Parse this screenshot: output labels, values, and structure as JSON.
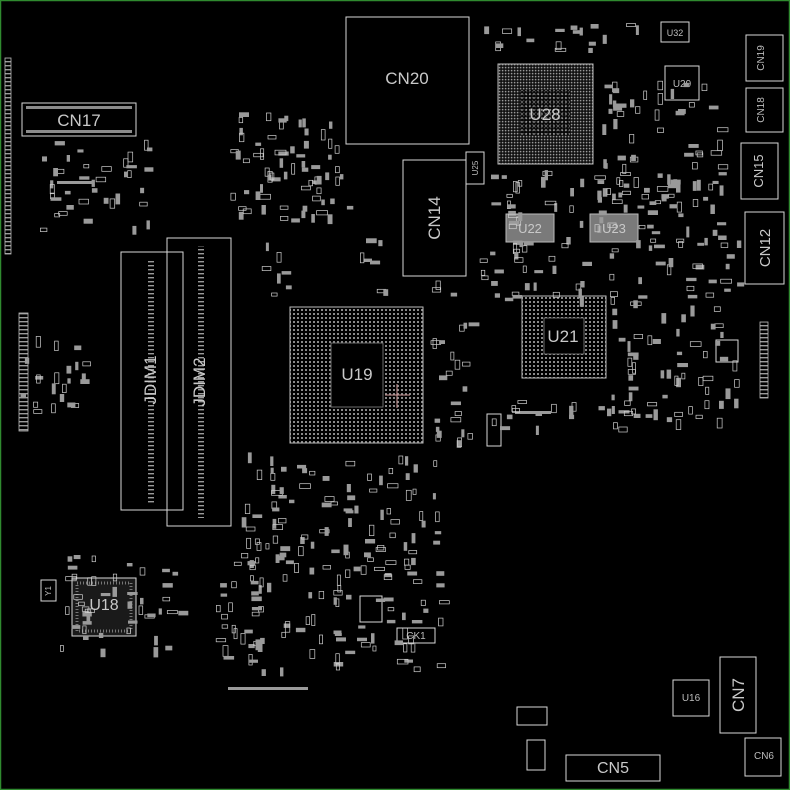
{
  "board": {
    "components": {
      "cn20": "CN20",
      "cn17": "CN17",
      "cn14": "CN14",
      "cn19": "CN19",
      "cn18": "CN18",
      "cn15": "CN15",
      "cn12": "CN12",
      "cn7": "CN7",
      "cn6": "CN6",
      "cn5": "CN5",
      "ck1": "CK1",
      "u28": "U28",
      "u22": "U22",
      "u23": "U23",
      "u21": "U21",
      "u19": "U19",
      "u18": "U18",
      "u16": "U16",
      "u29": "U29",
      "u32": "U32",
      "u25": "U25",
      "jdim1": "JDIM1",
      "jdim2": "JDIM2",
      "y1": "Y1"
    }
  },
  "colors": {
    "background": "#000000",
    "border": "#2f8a2f",
    "outline": "#d8d8d8",
    "pad": "#8c8c8c"
  }
}
